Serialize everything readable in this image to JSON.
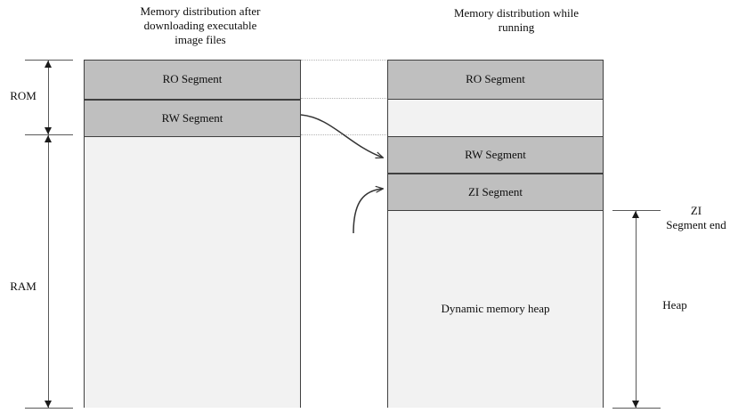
{
  "diagram": {
    "title_left": "Memory distribution after\ndownloading executable\nimage files",
    "title_right": "Memory distribution while\nrunning",
    "colors": {
      "segment_fill": "#BFBFBF",
      "free_fill": "#F2F2F2",
      "border": "#3F3F3F",
      "guide": "#B3B3B3",
      "arrow": "#1A1A1A"
    }
  },
  "left_box": {
    "name": "memory-after-download",
    "segments": [
      {
        "label": "RO Segment",
        "style": "gray"
      },
      {
        "label": "RW Segment",
        "style": "gray"
      },
      {
        "label": "",
        "style": "plain"
      }
    ]
  },
  "right_box": {
    "name": "memory-while-running",
    "segments": [
      {
        "label": "RO Segment",
        "style": "gray"
      },
      {
        "label": "",
        "style": "plain"
      },
      {
        "label": "RW Segment",
        "style": "gray"
      },
      {
        "label": "ZI Segment",
        "style": "gray"
      },
      {
        "label": "Dynamic memory heap",
        "style": "plain"
      }
    ]
  },
  "left_axis": {
    "rom_label": "ROM",
    "ram_label": "RAM"
  },
  "right_axis": {
    "zi_end_label": "ZI\nSegment end",
    "heap_label": "Heap"
  }
}
